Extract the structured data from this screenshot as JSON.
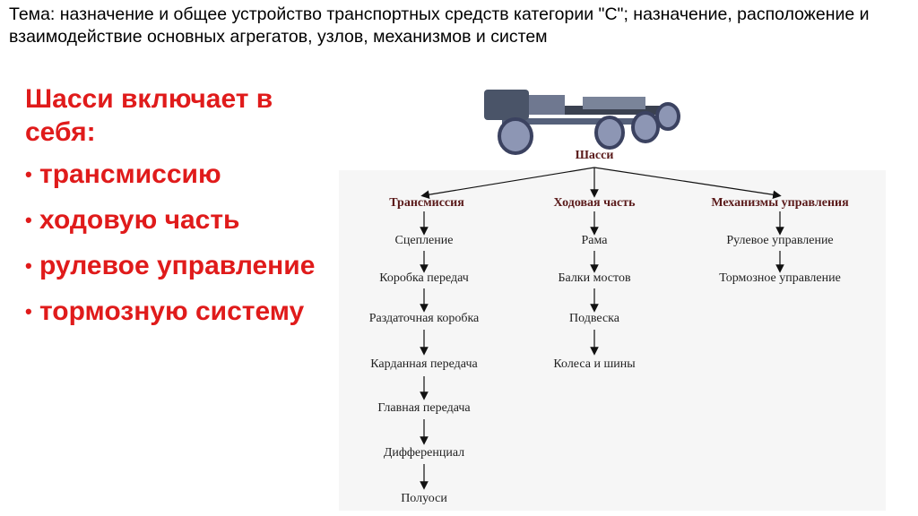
{
  "title": "Тема: назначение и общее устройство транспортных средств категории \"С\"; назначение, расположение и взаимодействие основных агрегатов, узлов, механизмов и систем",
  "left": {
    "intro": "Шасси включает в себя:",
    "bullets": [
      "трансмиссию",
      "ходовую часть",
      "рулевое управление",
      "тормозную систему"
    ]
  },
  "diagram": {
    "root": "Шасси",
    "branches": [
      {
        "label": "Трансмиссия",
        "items": [
          "Сцепление",
          "Коробка передач",
          "Раздаточная коробка",
          "Карданная передача",
          "Главная передача",
          "Дифференциал",
          "Полуоси"
        ]
      },
      {
        "label": "Ходовая часть",
        "items": [
          "Рама",
          "Балки мостов",
          "Подвеска",
          "Колеса и шины"
        ]
      },
      {
        "label": "Механизмы управления",
        "items": [
          "Рулевое управление",
          "Тормозное управление"
        ]
      }
    ]
  },
  "colors": {
    "accent": "#e01b1b",
    "diagram_head": "#5a1a1a"
  }
}
